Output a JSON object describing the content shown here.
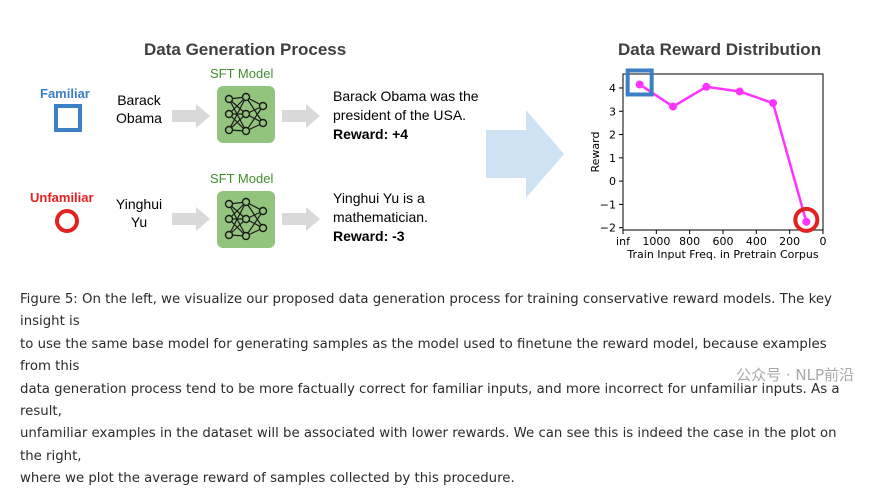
{
  "left_panel": {
    "title": "Data Generation Process",
    "familiar": {
      "label": "Familiar",
      "input_lines": [
        "Barack",
        "Obama"
      ],
      "model_label": "SFT Model",
      "output_lines": [
        "Barack Obama was the",
        "president of the USA."
      ],
      "reward_text": "Reward: +4"
    },
    "unfamiliar": {
      "label": "Unfamiliar",
      "input_lines": [
        "Yinghui",
        "Yu"
      ],
      "model_label": "SFT Model",
      "output_lines": [
        "Yinghui Yu is a",
        "mathematician."
      ],
      "reward_text": "Reward: -3"
    },
    "colors": {
      "familiar": "#3d7fc4",
      "unfamiliar": "#e52020",
      "model_box": "#93c47d",
      "arrow": "#d9d9d9",
      "big_arrow": "#cfe2f3"
    }
  },
  "chart_data": {
    "type": "line",
    "title": "Data Reward Distribution",
    "xlabel": "Train Input Freq. in Pretrain Corpus",
    "ylabel": "Reward",
    "x_tick_labels": [
      "inf",
      "1000",
      "800",
      "600",
      "400",
      "200",
      "0"
    ],
    "x_tick_values": [
      1200,
      1000,
      800,
      600,
      400,
      200,
      0
    ],
    "x_reversed": true,
    "xlim": [
      1200,
      0
    ],
    "y_ticks": [
      -2,
      -1,
      0,
      1,
      2,
      3,
      4
    ],
    "ylim": [
      -2.1,
      4.6
    ],
    "series": [
      {
        "x": [
          1100,
          900,
          700,
          500,
          300,
          100
        ],
        "y": [
          4.15,
          3.2,
          4.05,
          3.85,
          3.35,
          -1.75
        ],
        "color": "#ff33ff"
      }
    ],
    "highlights": {
      "familiar_marker_color": "#3d7fc4",
      "unfamiliar_marker_color": "#e52020"
    }
  },
  "caption": {
    "lines": [
      "Figure 5: On the left, we visualize our proposed data generation process for training conservative reward models. The key insight is",
      "to use the same base model for generating samples as the model used to finetune the reward model, because examples from this",
      "data generation process tend to be more factually correct for familiar inputs, and more incorrect for unfamiliar inputs. As a result,",
      "unfamiliar examples in the dataset will be associated with lower rewards. We can see this is indeed the case in the plot on the right,",
      "where we plot the average reward of samples collected by this procedure."
    ]
  },
  "watermark": "公众号 · NLP前沿"
}
